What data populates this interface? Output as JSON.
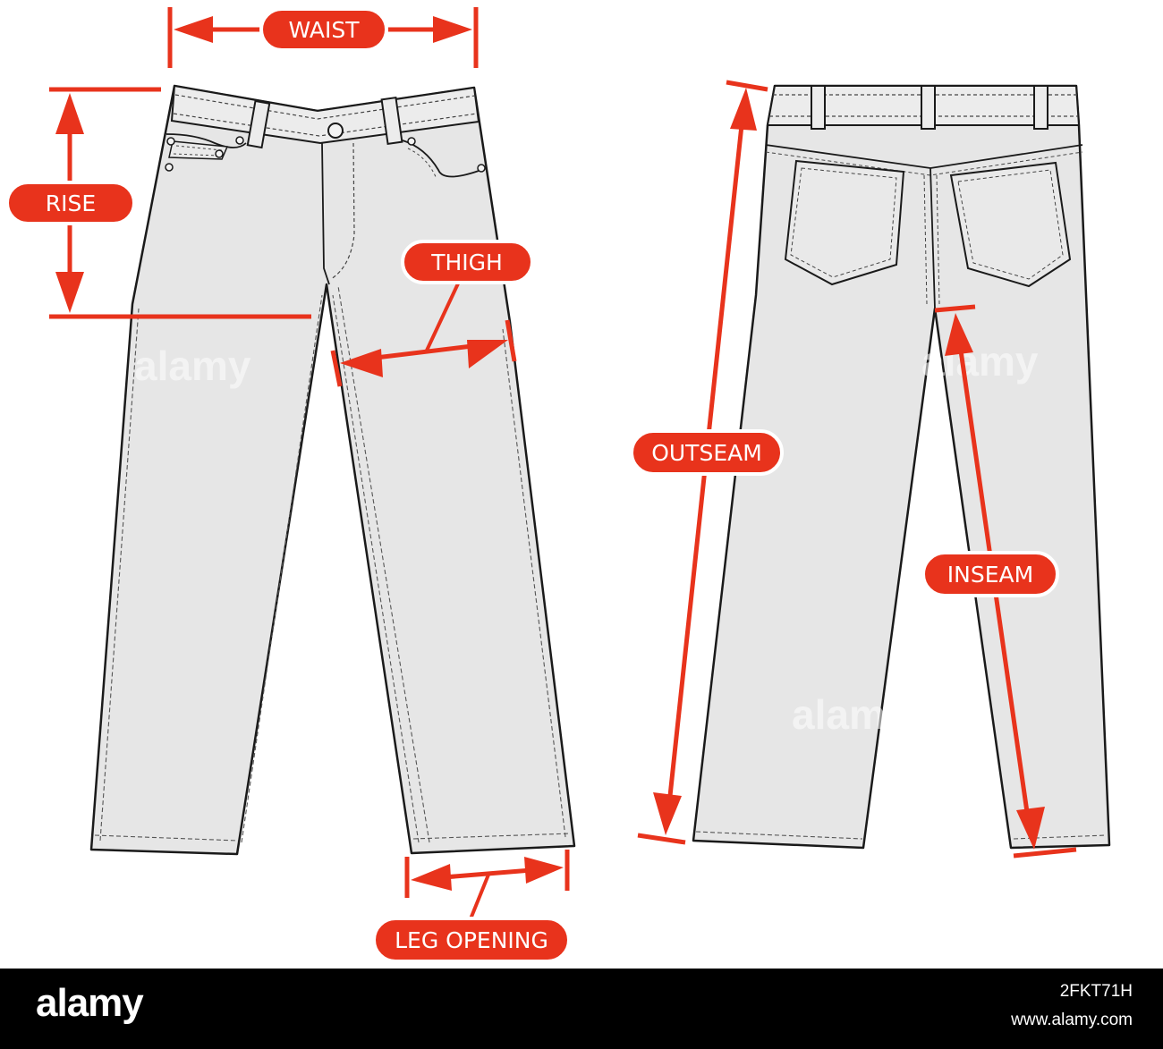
{
  "colors": {
    "accent": "#e8331c",
    "fabric": "#e6e6e6",
    "outline": "#1a1a1a",
    "footer_bg": "#000000"
  },
  "labels": {
    "waist": "WAIST",
    "rise": "RISE",
    "thigh": "THIGH",
    "leg_opening": "LEG OPENING",
    "outseam": "OUTSEAM",
    "inseam": "INSEAM"
  },
  "watermark": "alamy",
  "footer": {
    "logo": "alamy",
    "image_id": "2FKT71H",
    "site": "www.alamy.com"
  }
}
